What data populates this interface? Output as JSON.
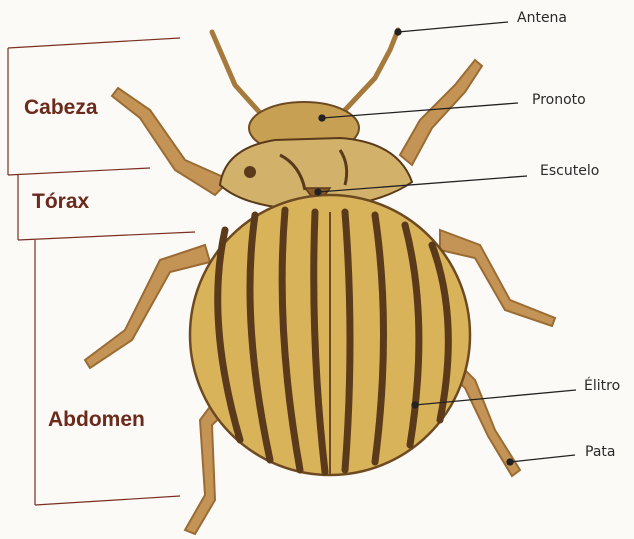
{
  "regions": {
    "cabeza": "Cabeza",
    "torax": "Tórax",
    "abdomen": "Abdomen"
  },
  "parts": {
    "antena": "Antena",
    "pronoto": "Pronoto",
    "escutelo": "Escutelo",
    "elitro": "Élitro",
    "pata": "Pata"
  },
  "colors": {
    "region_text": "#6b2a1c",
    "bracket": "#7a2f20",
    "leader": "#222222",
    "body_yellow": "#d8b35a",
    "stripe": "#5a3a1a",
    "leg": "#b88a4a"
  }
}
